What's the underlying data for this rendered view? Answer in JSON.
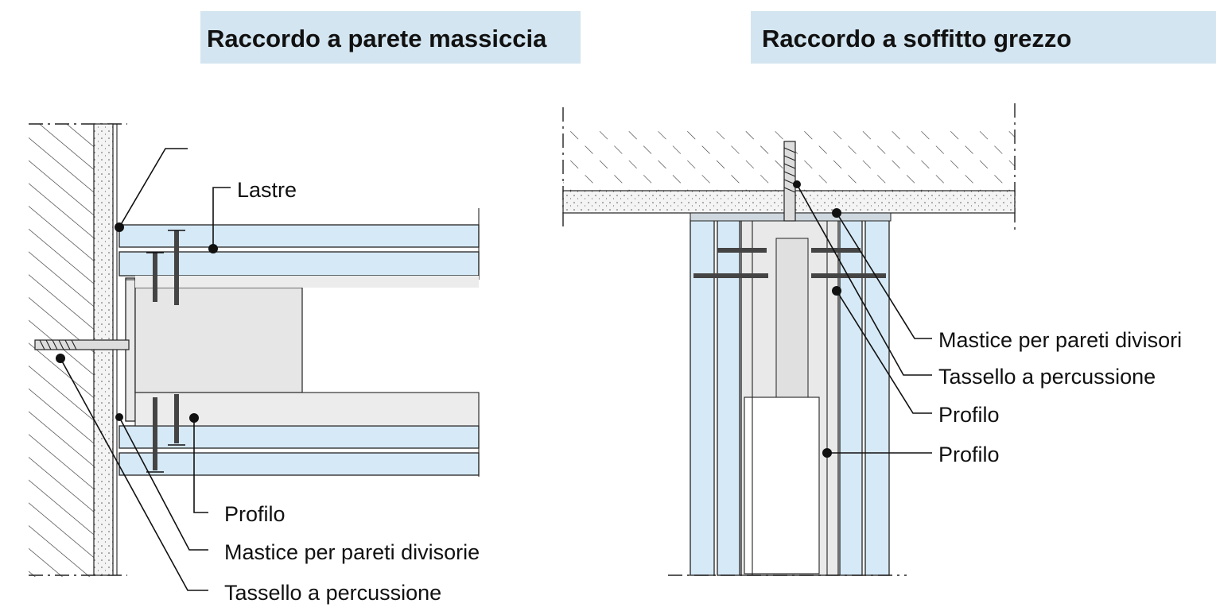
{
  "left_detail": {
    "title": "Raccordo a parete massiccia",
    "labels": {
      "lastre": "Lastre",
      "profilo": "Profilo",
      "mastice": "Mastice per pareti divisorie",
      "tassello": "Tassello a percussione"
    }
  },
  "right_detail": {
    "title": "Raccordo a soffitto grezzo",
    "labels": {
      "mastice": "Mastice per pareti divisori",
      "tassello": "Tassello a percussione",
      "profilo_1": "Profilo",
      "profilo_2": "Profilo"
    }
  },
  "colors": {
    "title_background": "#d3e5f0",
    "board_fill": "#d6e9f6",
    "line": "#111111"
  }
}
